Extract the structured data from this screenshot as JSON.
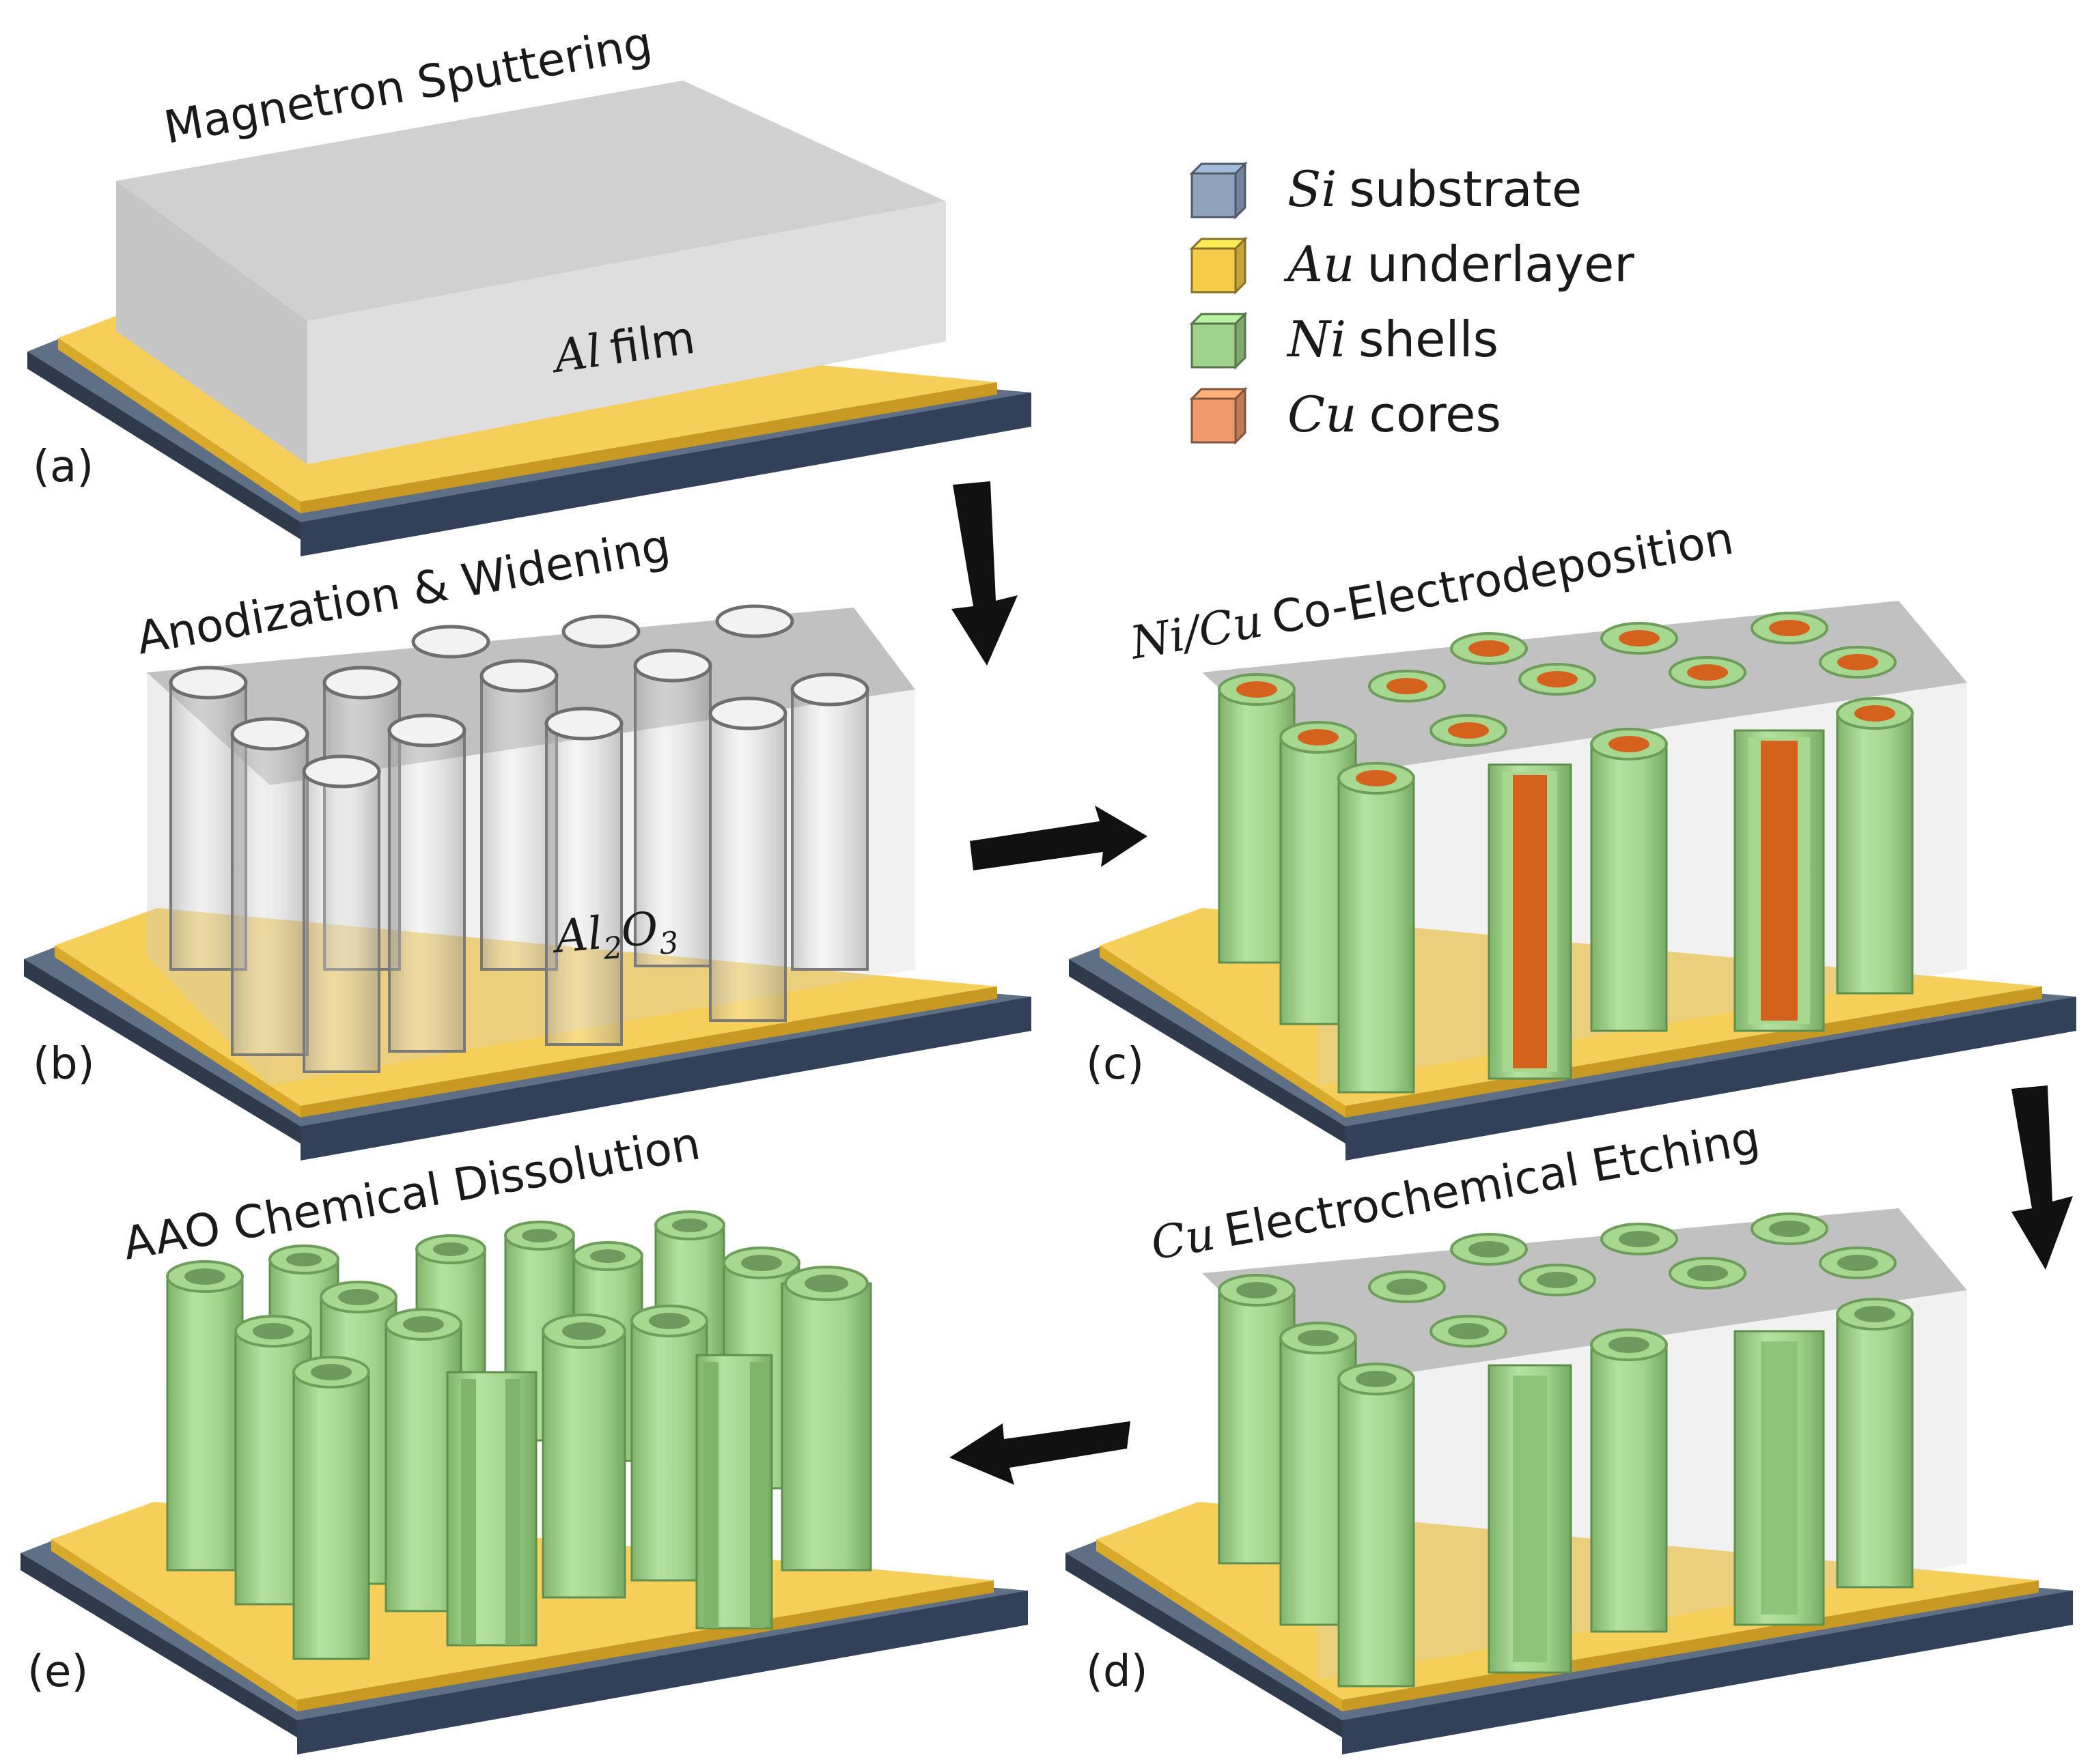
{
  "panels": {
    "a": {
      "letter": "(a)",
      "title": "Magnetron Sputtering",
      "inner_symbol": "Al",
      "inner_word": "film"
    },
    "b": {
      "letter": "(b)",
      "title": "Anodization & Widening",
      "inner_symbol_base": "Al",
      "inner_sub1": "2",
      "inner_symbol_mid": "O",
      "inner_sub2": "3"
    },
    "c": {
      "letter": "(c)",
      "title_symbol": "Ni/Cu",
      "title_rest": "Co-Electrodeposition"
    },
    "d": {
      "letter": "(d)",
      "title_symbol": "Cu",
      "title_rest": "Electrochemical Etching"
    },
    "e": {
      "letter": "(e)",
      "title": "AAO Chemical Dissolution"
    }
  },
  "legend": [
    {
      "symbol": "Si",
      "text": "substrate",
      "color": "#8fa3bf"
    },
    {
      "symbol": "Au",
      "text": "underlayer",
      "color": "#f5cc48"
    },
    {
      "symbol": "Ni",
      "text": "shells",
      "color": "#9fd38b"
    },
    {
      "symbol": "Cu",
      "text": "cores",
      "color": "#f0996a"
    }
  ],
  "colors": {
    "substrate_top": "#5f6f85",
    "substrate_side": "#2f3a4c",
    "gold_top": "#f6cf5a",
    "gold_side": "#d9a92a",
    "al_top": "#d3d3d3",
    "al_front": "#dcdcdc",
    "al_side": "#bcbcbc",
    "nickel": "#a6d890",
    "nickel_dark": "#7fb46a",
    "copper": "#d4611c",
    "arrow": "#111111"
  }
}
